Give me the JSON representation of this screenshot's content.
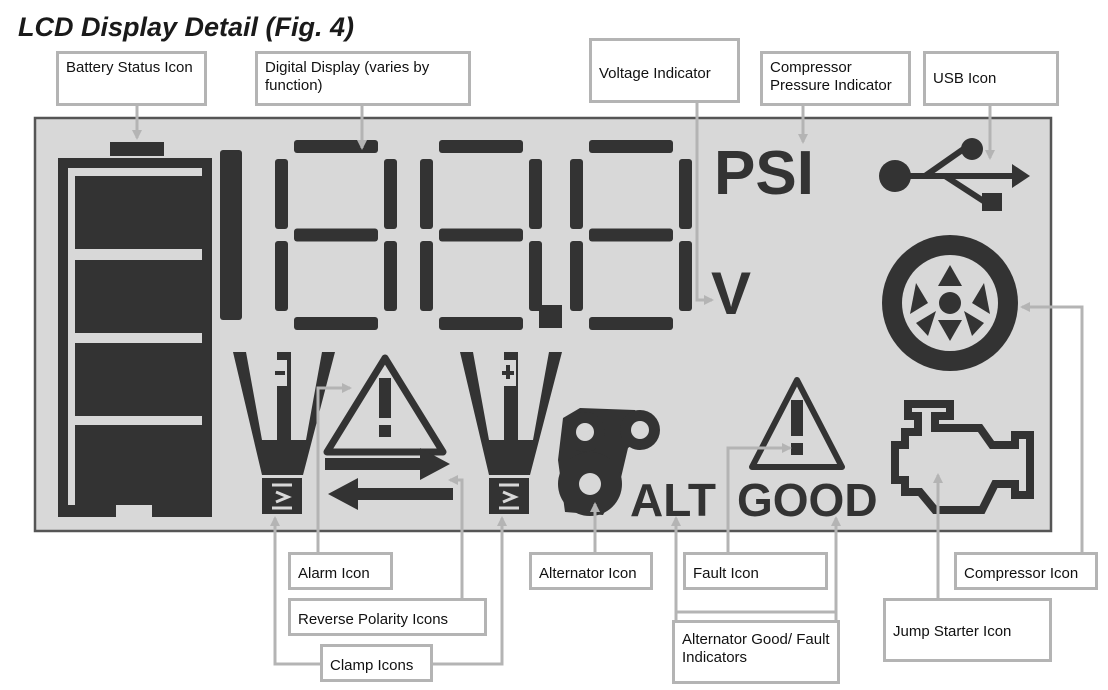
{
  "title": "LCD Display Detail (Fig. 4)",
  "display": {
    "digits": "188.8",
    "unit_voltage": "V",
    "unit_pressure": "PSI",
    "alt_text": "ALT",
    "good_text": "GOOD",
    "clamp_negative_sign": "-",
    "clamp_positive_sign": "+"
  },
  "labels": {
    "battery": "Battery Status Icon",
    "digital": "Digital Display (varies by function)",
    "voltage": "Voltage Indicator",
    "pressure": "Compressor Pressure Indicator",
    "usb": "USB Icon",
    "alarm": "Alarm Icon",
    "reverse": "Reverse Polarity Icons",
    "clamp": "Clamp Icons",
    "alternator": "Alternator Icon",
    "fault": "Fault Icon",
    "alt_good": "Alternator Good/ Fault Indicators",
    "jump": "Jump Starter Icon",
    "compressor": "Compressor Icon"
  },
  "colors": {
    "lcd_background": "#d8d8d8",
    "segment_active": "#333333",
    "callout_border": "#b4b4b4",
    "leader_line": "#b4b4b4"
  }
}
